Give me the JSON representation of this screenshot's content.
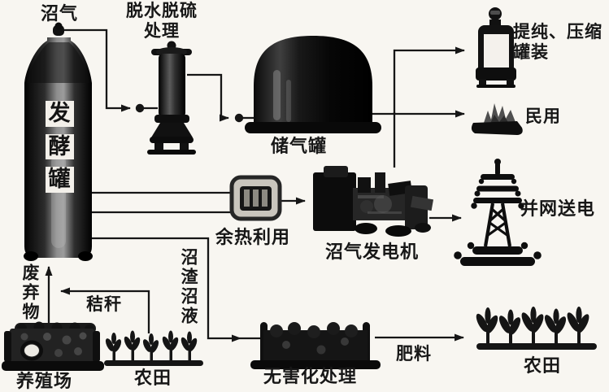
{
  "diagram": {
    "type": "flow-diagram",
    "subject": "沼气综合利用流程",
    "colors": {
      "ink": "#161616",
      "background": "#f8f6f1"
    },
    "labels": {
      "biogas": "沼气",
      "desulfurization_line1": "脱水脱硫",
      "desulfurization_line2": "处理",
      "fermenter": "发酵罐",
      "fermenter_char1": "发",
      "fermenter_char2": "酵",
      "fermenter_char3": "罐",
      "gas_tank": "储气罐",
      "purification_line1": "提纯、压缩",
      "purification_line2": "罐装",
      "civil_use": "民用",
      "heat_recovery": "余热利用",
      "generator": "沼气发电机",
      "grid_power": "并网送电",
      "waste": "废弃物",
      "straw": "秸秆",
      "residue_slurry": "沼渣沼液",
      "farm": "养殖场",
      "farmland_left": "农田",
      "treatment": "无害化处理",
      "fertilizer": "肥料",
      "farmland_right": "农田"
    },
    "icons": [
      "fermenter-tank-icon",
      "desulfurization-column-icon",
      "gas-storage-dome-icon",
      "gas-cylinder-icon",
      "flame-stove-icon",
      "heat-exchanger-icon",
      "generator-machine-icon",
      "transmission-tower-icon",
      "farm-building-icon",
      "cropland-small-icon",
      "treatment-pool-icon",
      "cropland-large-icon"
    ],
    "flows": [
      {
        "from": "发酵罐",
        "via": "沼气",
        "to": "脱水脱硫处理"
      },
      {
        "from": "脱水脱硫处理",
        "to": "储气罐"
      },
      {
        "from": "储气罐",
        "to": "提纯、压缩罐装"
      },
      {
        "from": "储气罐",
        "to": "民用"
      },
      {
        "from": "储气罐",
        "to": "沼气发电机"
      },
      {
        "from": "发酵罐",
        "to": "余热利用"
      },
      {
        "from": "余热利用",
        "to": "沼气发电机"
      },
      {
        "from": "沼气发电机",
        "to": "并网送电"
      },
      {
        "from": "发酵罐",
        "via": "沼渣沼液",
        "to": "无害化处理"
      },
      {
        "from": "无害化处理",
        "via": "肥料",
        "to": "农田"
      },
      {
        "from": "养殖场",
        "via": "废弃物",
        "to": "发酵罐"
      },
      {
        "from": "农田",
        "via": "秸秆",
        "to": "发酵罐"
      }
    ]
  }
}
